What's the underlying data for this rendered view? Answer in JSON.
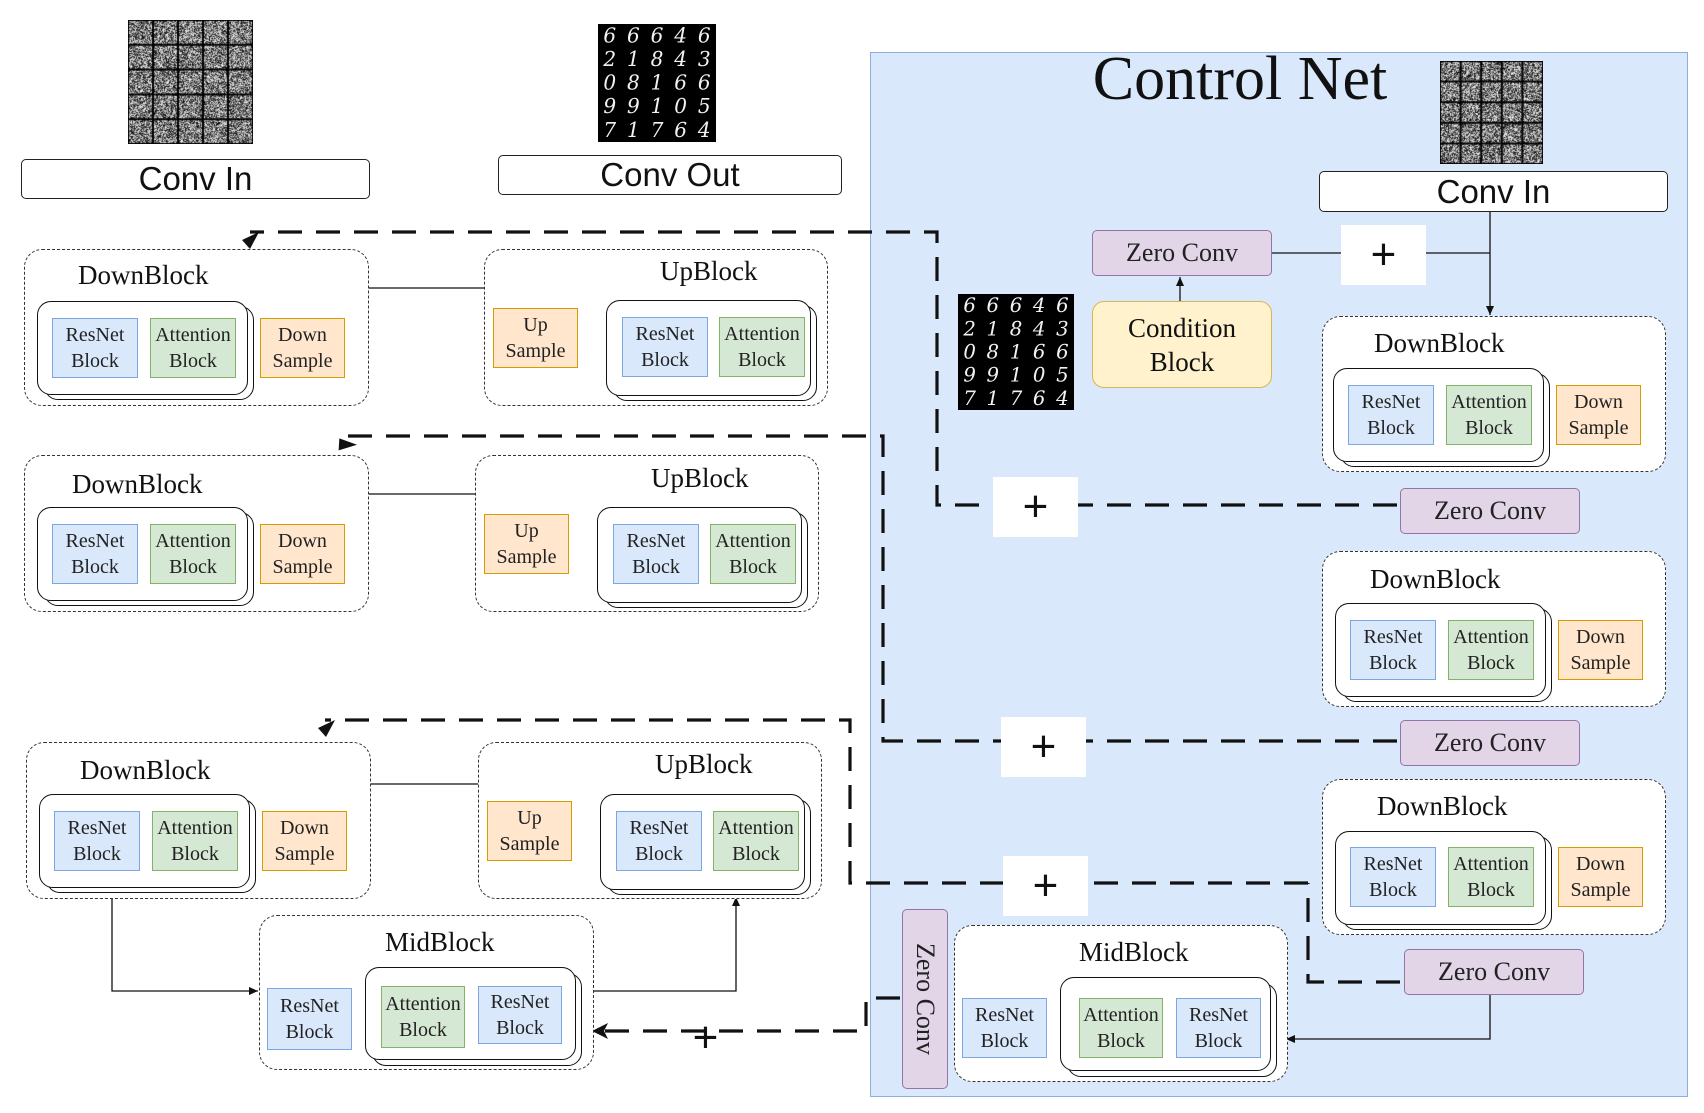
{
  "title": "Control Net",
  "conv_in_label": "Conv In",
  "conv_out_label": "Conv Out",
  "zero_conv_label": "Zero Conv",
  "condition_block_label": "Condition\nBlock",
  "plus_sign": "+",
  "down_block_label": "DownBlock",
  "up_block_label": "UpBlock",
  "mid_block_label": "MidBlock",
  "resnet_label": "ResNet\nBlock",
  "attention_label": "Attention\nBlock",
  "down_sample_label": "Down\nSample",
  "up_sample_label": "Up\nSample",
  "digit_grid": [
    "66646",
    "21843",
    "08166",
    "99105",
    "71764"
  ],
  "colors": {
    "panel": "#dae8fc",
    "resnet": "#dae8fc",
    "attention": "#d5e8d4",
    "sample": "#ffe6cc",
    "zero_conv": "#e1d5e7",
    "condition": "#fff2cc"
  }
}
